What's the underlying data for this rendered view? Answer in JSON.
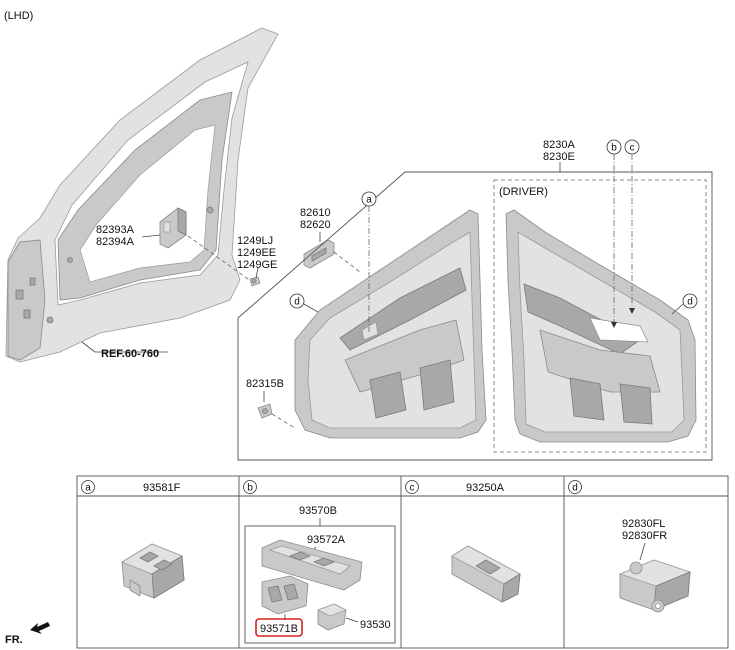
{
  "header": {
    "variant": "(LHD)"
  },
  "door_frame": {
    "ref_label": "REF.60-760",
    "bracket_labels": [
      "82393A",
      "82394A"
    ],
    "bolt_labels": [
      "1249LJ",
      "1249EE",
      "1249GE"
    ],
    "handle_labels": [
      "82610",
      "82620"
    ],
    "clip_label": "82315B"
  },
  "trim_panel": {
    "labels": [
      "8230A",
      "8230E"
    ],
    "driver_label": "(DRIVER)",
    "callouts": {
      "a": "a",
      "b": "b",
      "c": "c",
      "d": "d"
    }
  },
  "parts_table": {
    "columns": [
      {
        "letter": "a",
        "part_no": "93581F"
      },
      {
        "letter": "b",
        "part_no": "93570B"
      },
      {
        "letter": "c",
        "part_no": "93250A"
      },
      {
        "letter": "d",
        "part_no": ""
      }
    ],
    "b_sub_parts": {
      "top": "93572A",
      "highlighted": "93571B",
      "side": "93530"
    },
    "d_labels": [
      "92830FL",
      "92830FR"
    ]
  },
  "footer": {
    "direction": "FR."
  }
}
